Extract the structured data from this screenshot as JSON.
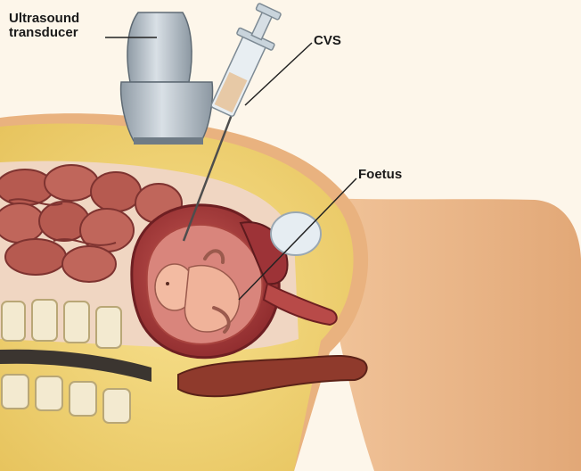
{
  "labels": {
    "ultrasound_line1": "Ultrasound",
    "ultrasound_line2": "transducer",
    "cvs": "CVS",
    "foetus": "Foetus"
  },
  "colors": {
    "background": "#fdf6ea",
    "skin": "#e8b68a",
    "fat": "#f2d57a",
    "intestine": "#b4584f",
    "uterus": "#a23a3a",
    "foetus": "#f0b59b",
    "bone": "#f3ead0",
    "transducer": "#b9c4cc"
  }
}
